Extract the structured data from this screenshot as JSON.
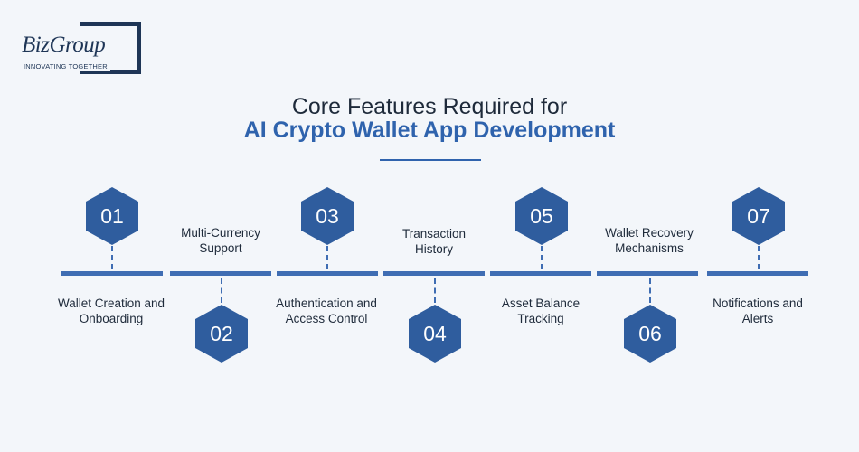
{
  "brand": {
    "name": "BizGroup",
    "tagline": "INNOVATING TOGETHER"
  },
  "title": {
    "line1": "Core Features Required for",
    "line2": "AI Crypto Wallet App Development"
  },
  "colors": {
    "accent": "#2f63ad",
    "hexagon": "#2f5d9e",
    "timeline": "#3f6db3",
    "background": "#f3f6fa",
    "text": "#1e2a3a"
  },
  "features": [
    {
      "number": "01",
      "label_line1": "Wallet Creation and",
      "label_line2": "Onboarding"
    },
    {
      "number": "02",
      "label_line1": "Multi-Currency",
      "label_line2": "Support"
    },
    {
      "number": "03",
      "label_line1": "Authentication and",
      "label_line2": "Access Control"
    },
    {
      "number": "04",
      "label_line1": "Transaction",
      "label_line2": "History"
    },
    {
      "number": "05",
      "label_line1": "Asset Balance",
      "label_line2": "Tracking"
    },
    {
      "number": "06",
      "label_line1": "Wallet Recovery",
      "label_line2": "Mechanisms"
    },
    {
      "number": "07",
      "label_line1": "Notifications and",
      "label_line2": "Alerts"
    }
  ]
}
